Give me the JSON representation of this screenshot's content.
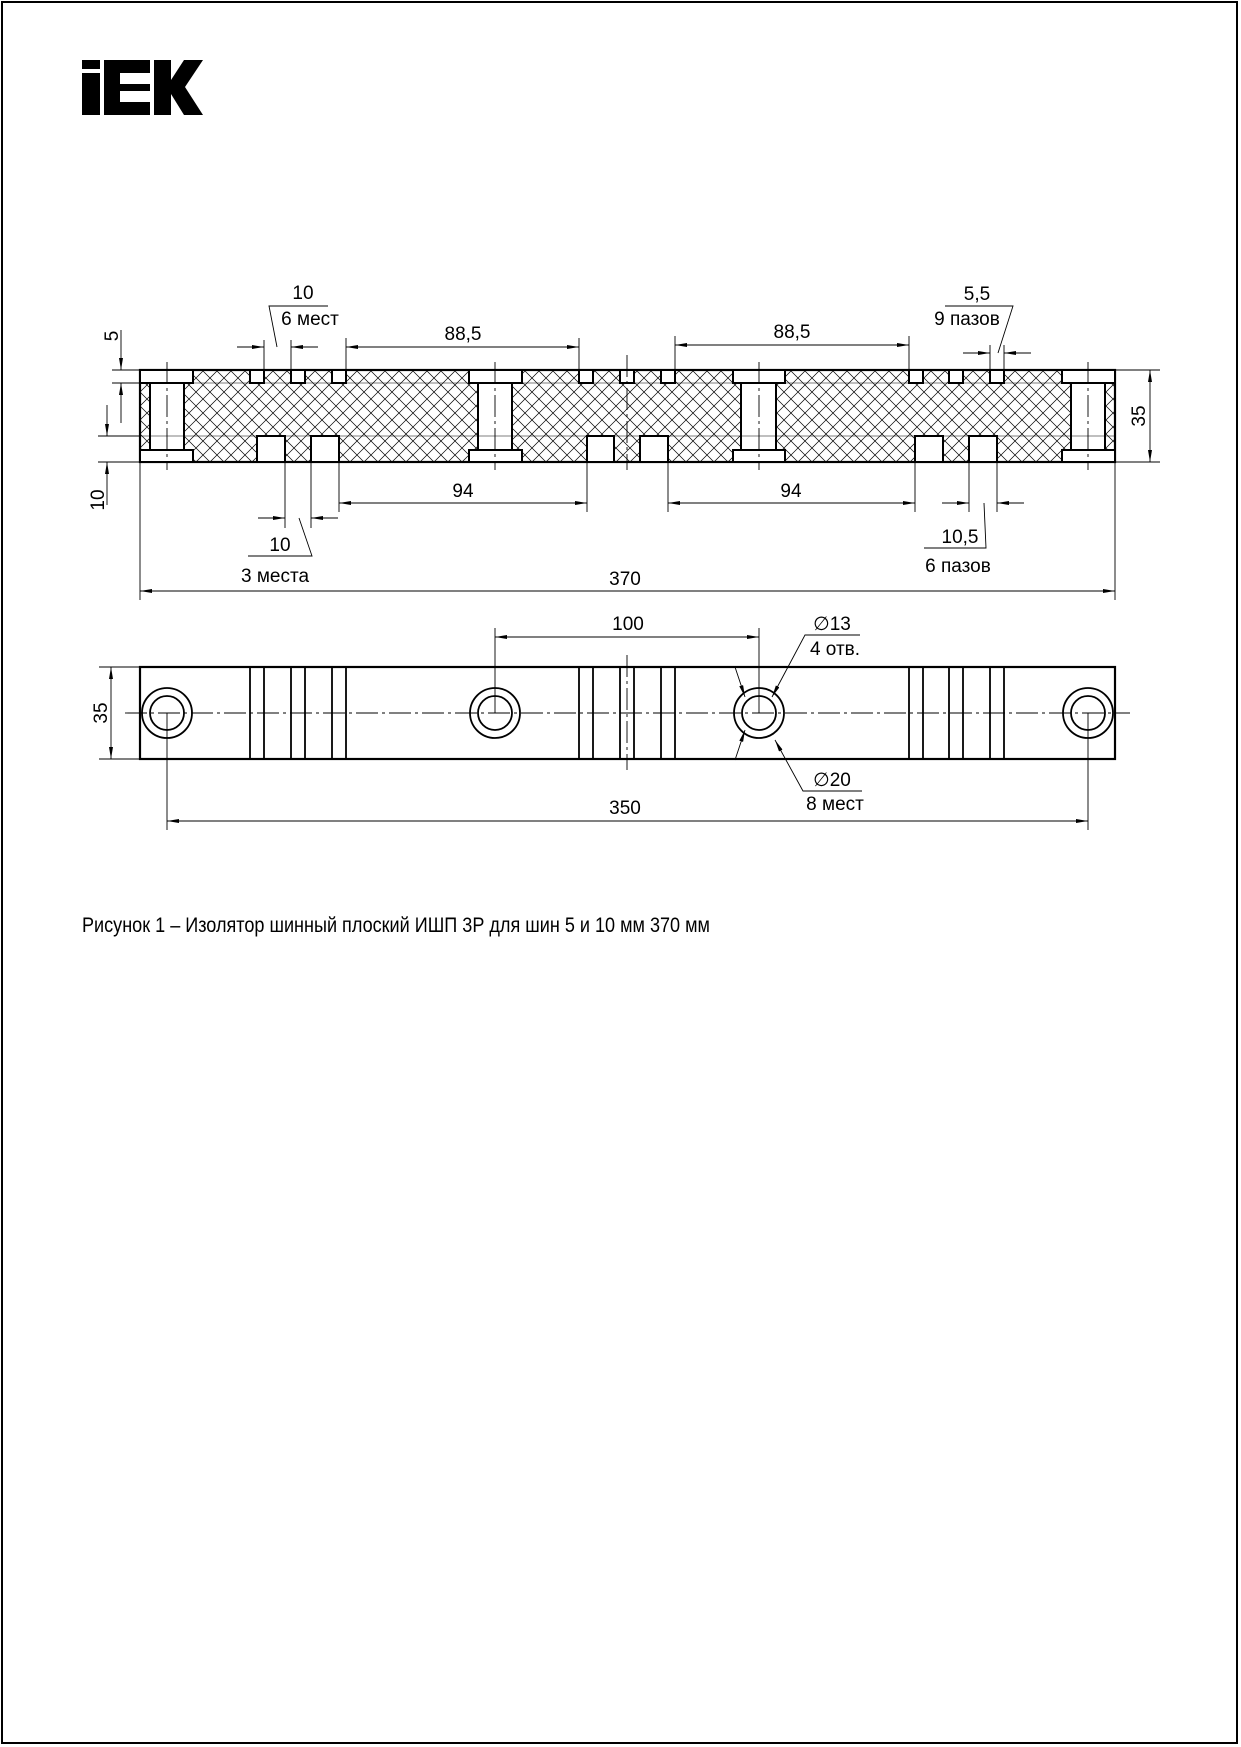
{
  "logo": {
    "text": "IEK"
  },
  "section_view": {
    "slot_top_spacing": {
      "value": "10",
      "note": "6 мест"
    },
    "slot_top_width": {
      "value": "5,5",
      "note": "9 пазов"
    },
    "pitch_top_left": "88,5",
    "pitch_top_right": "88,5",
    "slot_bottom_spacing": {
      "value": "10",
      "note": "3 места"
    },
    "slot_bottom_width": {
      "value": "10,5",
      "note": "6 пазов"
    },
    "pitch_bottom_left": "94",
    "pitch_bottom_right": "94",
    "top_depth": "5",
    "bottom_depth": "10",
    "height": "35",
    "overall_length": "370"
  },
  "plan_view": {
    "hole_pitch": "100",
    "hole_diameter": {
      "value": "∅13",
      "note": "4 отв."
    },
    "counterbore": {
      "value": "∅20",
      "note": "8 мест"
    },
    "width": "35",
    "hole_span": "350"
  },
  "caption": "Рисунок 1 – Изолятор шинный плоский ИШП 3Р для шин 5 и 10 мм 370 мм"
}
